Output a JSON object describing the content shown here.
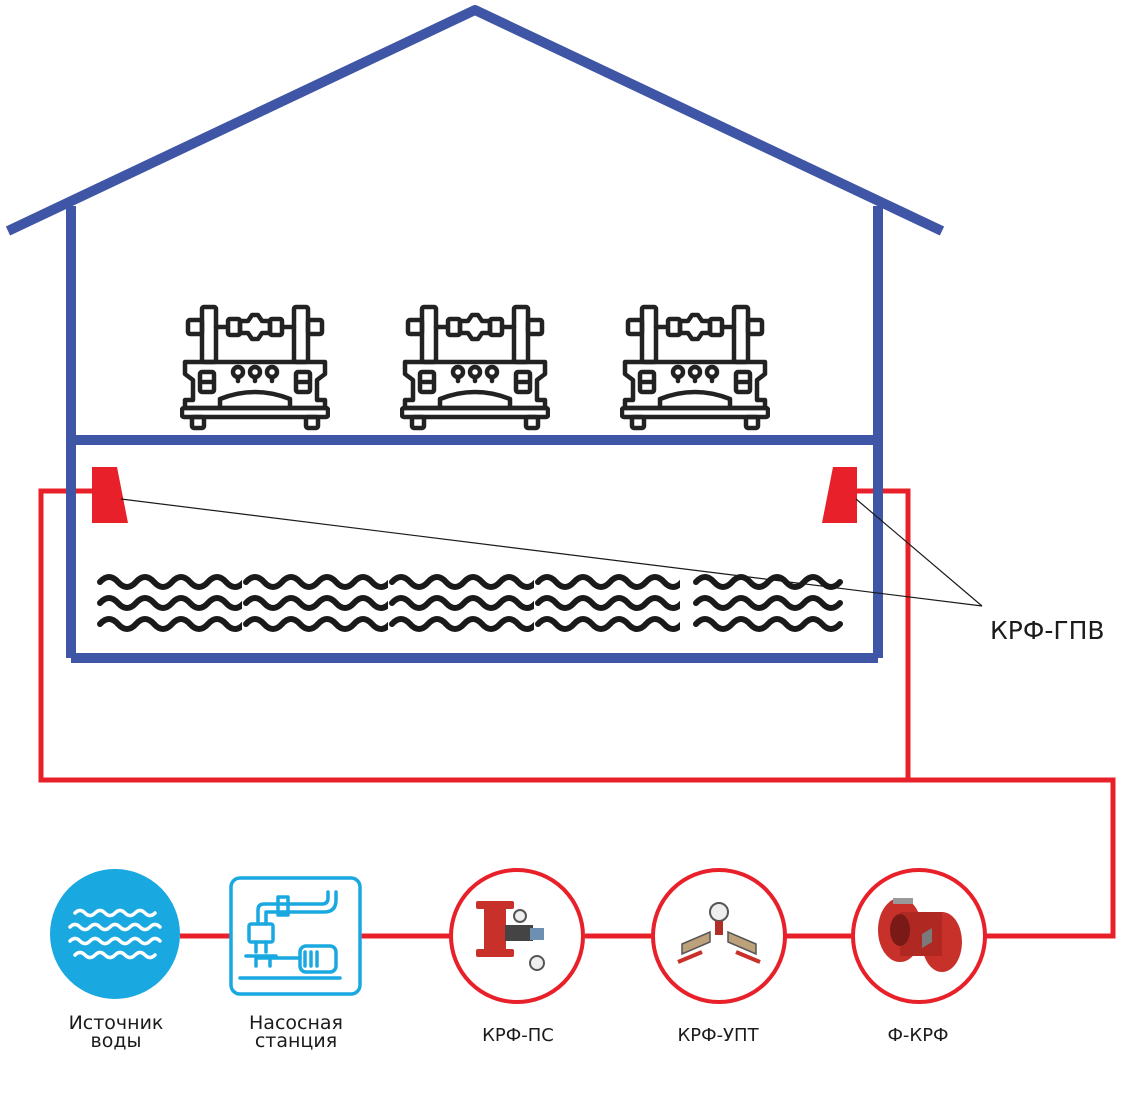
{
  "colors": {
    "house": "#3f55a5",
    "pipe": "#e8202a",
    "water": "#1aa8e0",
    "machine": "#222222",
    "metal": "#c8302a"
  },
  "labels": {
    "water_source_line1": "Источник",
    "water_source_line2": "воды",
    "pump_station_line1": "Насосная",
    "pump_station_line2": "станция",
    "krf_ps": "КРФ-ПС",
    "krf_upt": "КРФ-УПТ",
    "f_krf": "Ф-КРФ",
    "krf_gpv": "КРФ-ГПВ"
  },
  "icons": {
    "machines": [
      "industrial-machine-icon",
      "industrial-machine-icon",
      "industrial-machine-icon"
    ],
    "water_source": "water-waves-icon",
    "pump_station": "pump-station-icon",
    "valves": [
      "krf-ps-valve-icon",
      "krf-upt-valve-icon",
      "f-krf-valve-icon"
    ]
  }
}
